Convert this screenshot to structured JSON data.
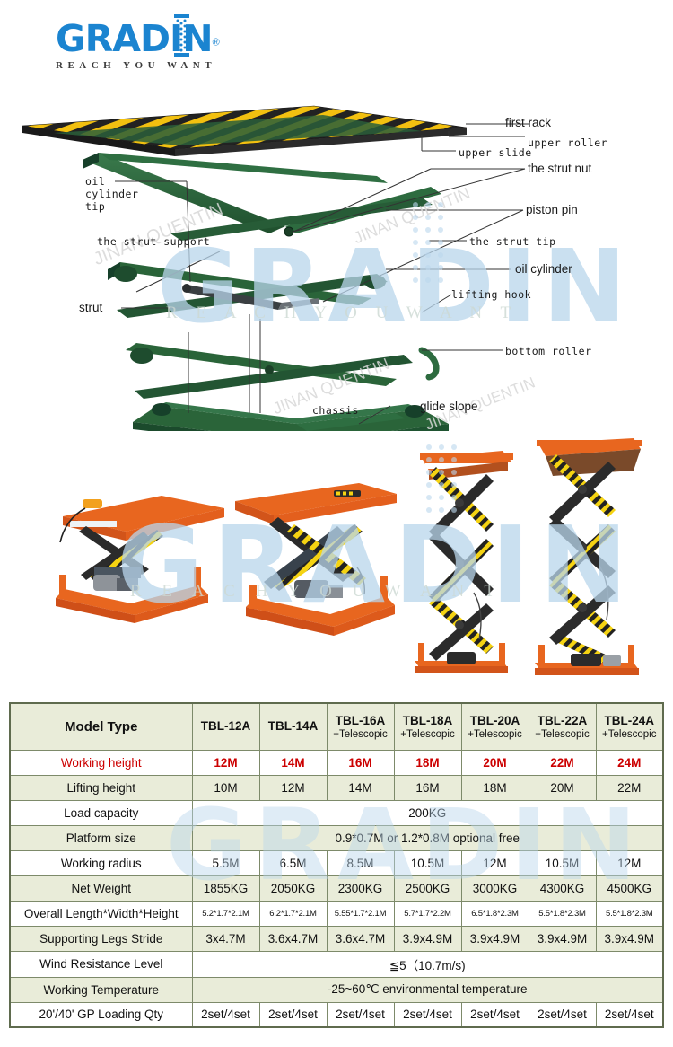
{
  "brand": {
    "name": "GRADIN",
    "registered": "®",
    "tagline": "REACH YOU WANT",
    "color": "#1b84d0"
  },
  "watermarks": {
    "main_text": "GRADIN",
    "sub_text": "R E A C H   Y O U   W A N T",
    "diagonal_text": "JINAN QUENTIN",
    "color": "#b9d6ec"
  },
  "diagram": {
    "title": "scissor-lift-cutaway",
    "labels": [
      {
        "id": "first-rack",
        "text": "first rack",
        "style": "sans"
      },
      {
        "id": "upper-roller",
        "text": "upper roller",
        "style": "mono"
      },
      {
        "id": "upper-slide",
        "text": "upper slide",
        "style": "mono"
      },
      {
        "id": "the-strut-nut",
        "text": "the strut nut",
        "style": "sans"
      },
      {
        "id": "piston-pin",
        "text": "piston pin",
        "style": "sans"
      },
      {
        "id": "oil-cylinder-tip",
        "text": "oil\ncylinder\ntip",
        "style": "mono"
      },
      {
        "id": "the-strut-support",
        "text": "the strut support",
        "style": "mono"
      },
      {
        "id": "the-strut-tip",
        "text": "the strut tip",
        "style": "mono"
      },
      {
        "id": "oil-cylinder",
        "text": "oil cylinder",
        "style": "sans"
      },
      {
        "id": "lifting-hook",
        "text": "lifting hook",
        "style": "mono"
      },
      {
        "id": "strut",
        "text": "strut",
        "style": "sans"
      },
      {
        "id": "bottom-roller",
        "text": "bottom roller",
        "style": "mono"
      },
      {
        "id": "chassis",
        "text": "chassis",
        "style": "mono"
      },
      {
        "id": "glide-slope",
        "text": "glide slope",
        "style": "sans"
      }
    ],
    "colors": {
      "arm_green": "#2d6b3f",
      "arm_green_dark": "#1f4f2d",
      "platform_yellow": "#f2c010",
      "platform_black": "#222222"
    }
  },
  "photos": {
    "items": [
      {
        "id": "photo-single-scissor-low",
        "caption": ""
      },
      {
        "id": "photo-single-scissor-wide",
        "caption": ""
      },
      {
        "id": "photo-triple-scissor",
        "caption": ""
      },
      {
        "id": "photo-quad-scissor",
        "caption": ""
      }
    ],
    "colors": {
      "base_orange": "#e8661f",
      "arm_black": "#2b2b2b",
      "stripe_yellow": "#f5d312"
    }
  },
  "spec_table": {
    "header_label": "Model Type",
    "models": [
      {
        "name": "TBL-12A",
        "suffix": ""
      },
      {
        "name": "TBL-14A",
        "suffix": ""
      },
      {
        "name": "TBL-16A",
        "suffix": "+Telescopic"
      },
      {
        "name": "TBL-18A",
        "suffix": "+Telescopic"
      },
      {
        "name": "TBL-20A",
        "suffix": "+Telescopic"
      },
      {
        "name": "TBL-22A",
        "suffix": "+Telescopic"
      },
      {
        "name": "TBL-24A",
        "suffix": "+Telescopic"
      }
    ],
    "rows": [
      {
        "label": "Working height",
        "label_color": "#cc0000",
        "span": false,
        "value_color": "#cc0000",
        "values": [
          "12M",
          "14M",
          "16M",
          "18M",
          "20M",
          "22M",
          "24M"
        ]
      },
      {
        "label": "Lifting height",
        "span": false,
        "values": [
          "10M",
          "12M",
          "14M",
          "16M",
          "18M",
          "20M",
          "22M"
        ]
      },
      {
        "label": "Load capacity",
        "span": true,
        "value": "200KG"
      },
      {
        "label": "Platform size",
        "span": true,
        "value": "0.9*0.7M or 1.2*0.8M optional free"
      },
      {
        "label": "Working radius",
        "span": false,
        "values": [
          "5.5M",
          "6.5M",
          "8.5M",
          "10.5M",
          "12M",
          "10.5M",
          "12M"
        ]
      },
      {
        "label": "Net Weight",
        "span": false,
        "values": [
          "1855KG",
          "2050KG",
          "2300KG",
          "2500KG",
          "3000KG",
          "4300KG",
          "4500KG"
        ]
      },
      {
        "label": "Overall Length*Width*Height",
        "span": false,
        "small": true,
        "values": [
          "5.2*1.7*2.1M",
          "6.2*1.7*2.1M",
          "5.55*1.7*2.1M",
          "5.7*1.7*2.2M",
          "6.5*1.8*2.3M",
          "5.5*1.8*2.3M",
          "5.5*1.8*2.3M"
        ]
      },
      {
        "label": "Supporting Legs Stride",
        "span": false,
        "values": [
          "3x4.7M",
          "3.6x4.7M",
          "3.6x4.7M",
          "3.9x4.9M",
          "3.9x4.9M",
          "3.9x4.9M",
          "3.9x4.9M"
        ]
      },
      {
        "label": "Wind Resistance Level",
        "span": true,
        "value": "≦5（10.7m/s)"
      },
      {
        "label": "Working Temperature",
        "span": true,
        "value": "-25~60℃  environmental temperature"
      },
      {
        "label": "20'/40' GP Loading Qty",
        "span": false,
        "values": [
          "2set/4set",
          "2set/4set",
          "2set/4set",
          "2set/4set",
          "2set/4set",
          "2set/4set",
          "2set/4set"
        ]
      }
    ]
  }
}
